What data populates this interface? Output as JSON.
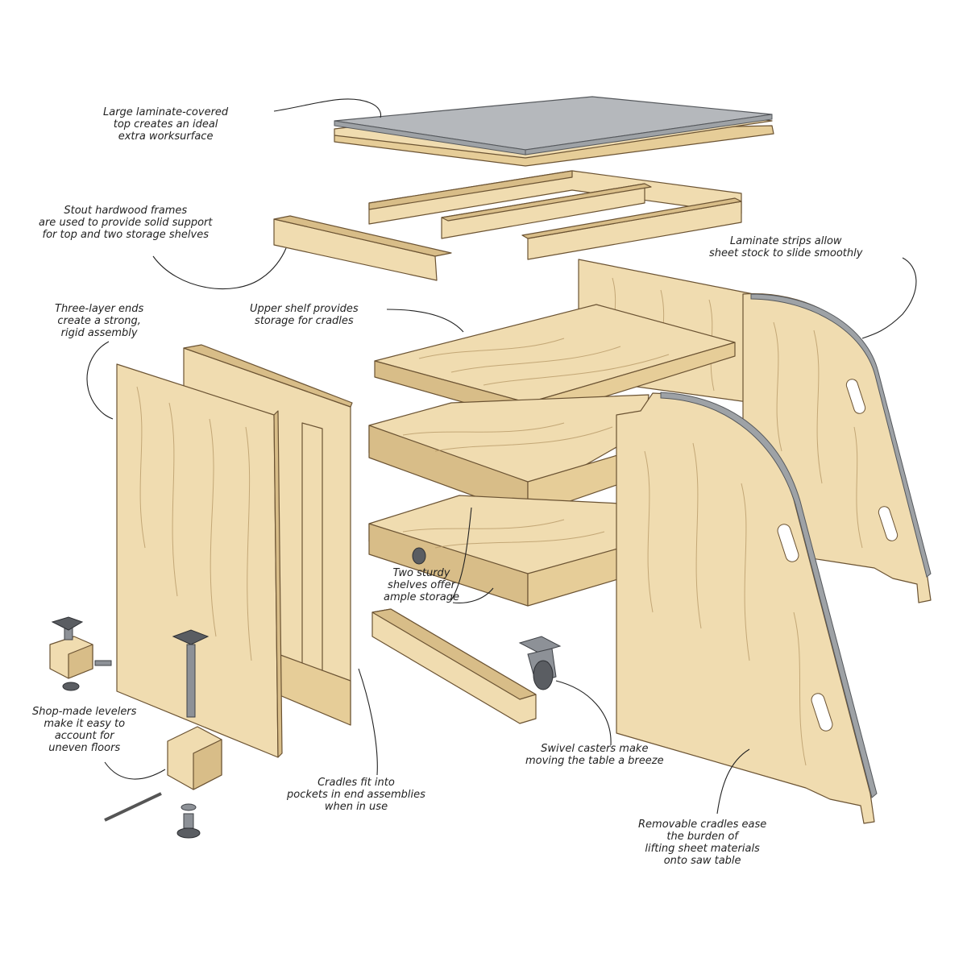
{
  "callouts": {
    "top": [
      "Large laminate-covered",
      "top creates an ideal",
      "extra worksurface"
    ],
    "frames": [
      "Stout hardwood frames",
      "are used to provide solid support",
      "for top and two storage shelves"
    ],
    "laminate_strips": [
      "Laminate strips allow",
      "sheet stock to slide smoothly"
    ],
    "ends": [
      "Three-layer ends",
      "create a strong,",
      "rigid assembly"
    ],
    "upper_shelf": [
      "Upper shelf provides",
      "storage for cradles"
    ],
    "two_shelves": [
      "Two sturdy",
      "shelves offer",
      "ample storage"
    ],
    "levelers": [
      "Shop-made levelers",
      "make it easy to",
      "account for",
      "uneven floors"
    ],
    "cradles_fit": [
      "Cradles fit into",
      "pockets in end assemblies",
      "when in use"
    ],
    "casters": [
      "Swivel casters make",
      "moving the table a breeze"
    ],
    "removable": [
      "Removable cradles ease",
      "the burden of",
      "lifting sheet materials",
      "onto saw table"
    ]
  },
  "colors": {
    "wood": "#f0dcb0",
    "wood_shade": "#d8bd88",
    "laminate": "#b5b8bc",
    "outline": "#6b5333"
  }
}
